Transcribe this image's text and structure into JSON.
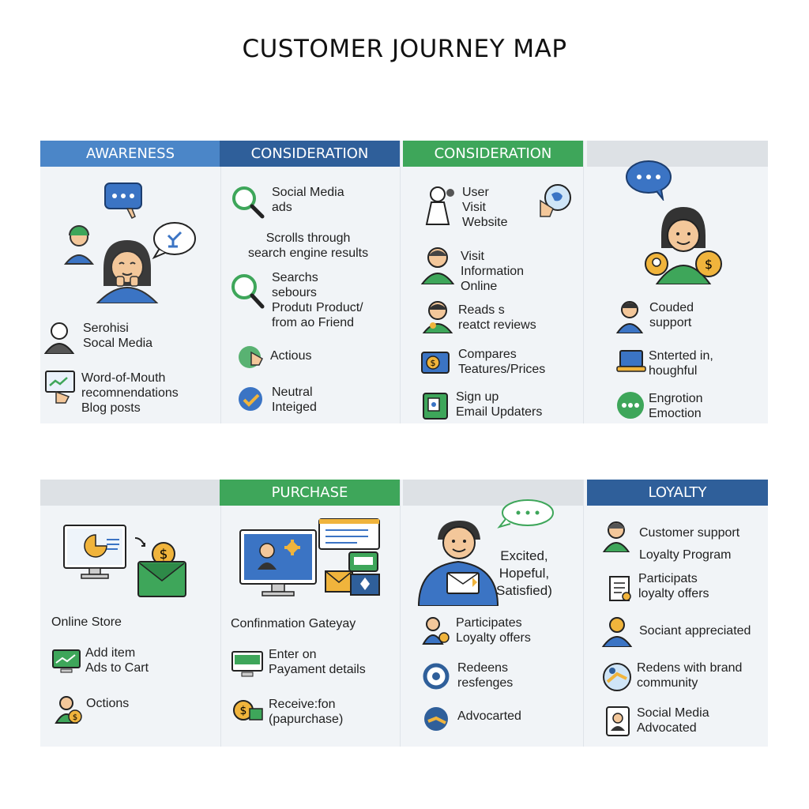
{
  "title": "CUSTOMER JOURNEY MAP",
  "colors": {
    "awareness": "#4b86c8",
    "consideration": "#2f5f9a",
    "consideration2": "#3ea65a",
    "purchase": "#3ea65a",
    "loyalty": "#2f5f9a",
    "band": "#f1f4f7"
  },
  "row1": {
    "headers": [
      "AWARENESS",
      "CONSIDERATION",
      "CONSIDERATION",
      ""
    ],
    "col1": [
      "Serohisi\nSocal Media",
      "Word-of-Mouth\nrecomnendations\nBlog posts"
    ],
    "col2": [
      "Social Media\nads",
      "Scrolls through\nsearch engine results",
      "Searchs\nsebours\nProdutı Product/\nfrom ao Friend",
      "Actious",
      "Neutral\nInteiged"
    ],
    "col3": [
      "User\nVisit\nWebsite",
      "Visit\nInformation\nOnline",
      "Reads s\nreatct reviews",
      "Compares\nTeatures/Prices",
      "Sign up\nEmail Updaters"
    ],
    "col4": [
      "Couded\nsupport",
      "Snterted in,\nhoughful",
      "Engrotion\nEmoction"
    ]
  },
  "row2": {
    "headers": [
      "",
      "PURCHASE",
      "",
      "LOYALTY"
    ],
    "col1": [
      "Online Store",
      "Add item\nAds to Cart",
      "Octions"
    ],
    "col2": [
      "Confinmation Gateyay",
      "Enter on\nPayament details",
      "Receive:fon\n(papurchase)"
    ],
    "col3": [
      "Excited,\nHopeful,\nSatisfied)",
      "Participates\nLoyalty offers",
      "Redeens\nresfenges",
      "Advocarted"
    ],
    "col4": [
      "Customer support\nLoyalty Program",
      "Participats\nloyalty offers",
      "Sociant appreciated",
      "Redens with brand\ncommunity",
      "Social Media\nAdvocated"
    ]
  },
  "icons": {
    "chat": "chat-bubble-icon",
    "search": "magnifier-icon",
    "person": "person-icon",
    "coin": "dollar-coin-icon",
    "monitor": "monitor-icon",
    "envelope": "envelope-icon",
    "check": "check-circle-icon",
    "hand": "pointer-hand-icon"
  }
}
